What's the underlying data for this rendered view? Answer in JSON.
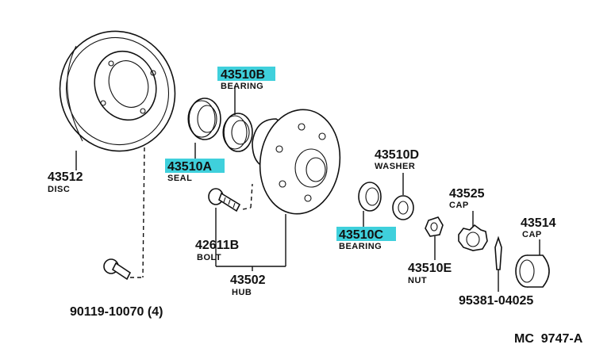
{
  "colors": {
    "highlight": "#3fd0dc",
    "ink": "#111111",
    "background": "#ffffff"
  },
  "parts": {
    "disc": {
      "number": "43512",
      "name": "DISC"
    },
    "bearing_b": {
      "number": "43510B",
      "name": "BEARING"
    },
    "seal": {
      "number": "43510A",
      "name": "SEAL"
    },
    "bolt": {
      "number": "42611B",
      "name": "BOLT"
    },
    "hub": {
      "number": "43502",
      "name": "HUB"
    },
    "washer": {
      "number": "43510D",
      "name": "WASHER"
    },
    "bearing_c": {
      "number": "43510C",
      "name": "BEARING"
    },
    "nut": {
      "number": "43510E",
      "name": "NUT"
    },
    "cap_nut": {
      "number": "43525",
      "name": "CAP"
    },
    "cap": {
      "number": "43514",
      "name": "CAP"
    },
    "cotter_pin": {
      "number": "95381-04025",
      "name": ""
    },
    "disc_bolt": {
      "number": "90119-10070 (4)",
      "name": ""
    }
  },
  "diagram_code": "MC  9747-A"
}
